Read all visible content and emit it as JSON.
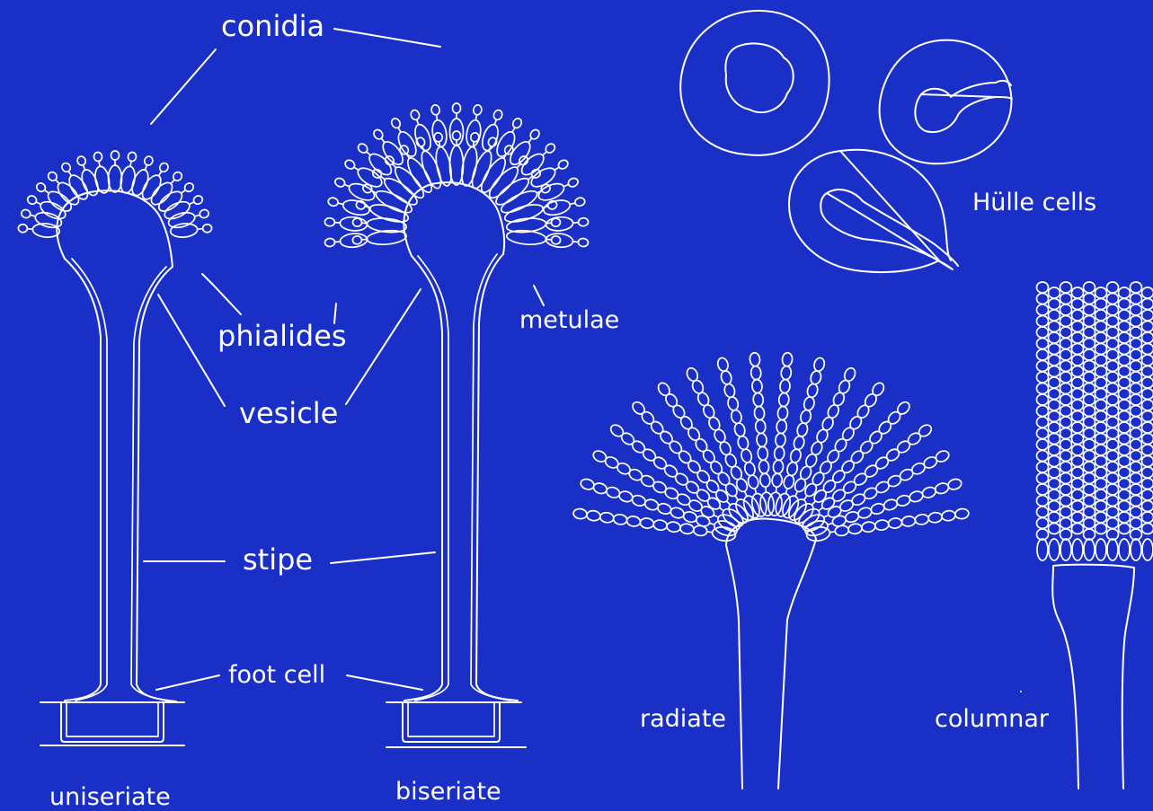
{
  "colors": {
    "background": "#1a2fc6",
    "line": "#ffffff"
  },
  "labels": {
    "conidia": "conidia",
    "phialides": "phialides",
    "metulae": "metulae",
    "vesicle": "vesicle",
    "stipe": "stipe",
    "foot_cell": "foot cell",
    "uniseriate": "uniseriate",
    "biseriate": "biseriate",
    "hulle_cells": "Hülle cells",
    "radiate": "radiate",
    "columnar": "columnar"
  }
}
